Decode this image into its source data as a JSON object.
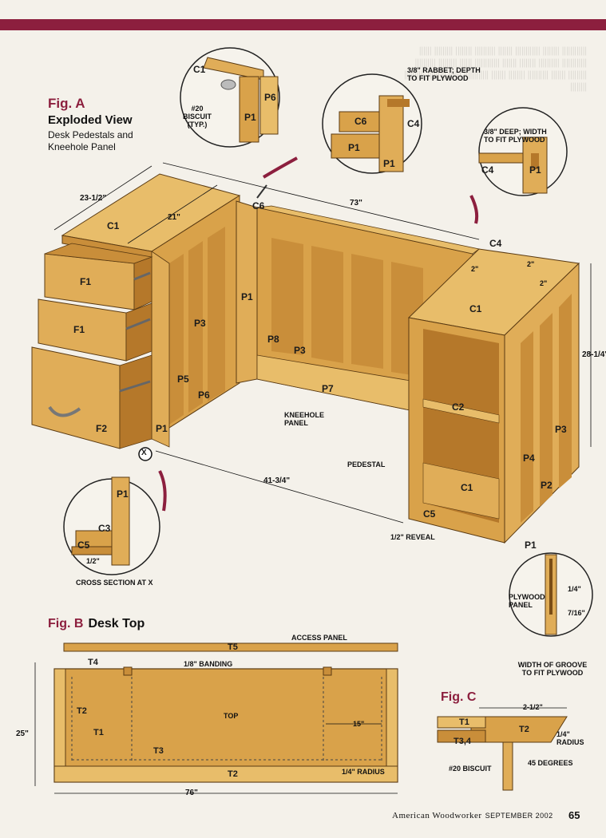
{
  "header": {
    "bar_color": "#8c1f3e"
  },
  "figure_a": {
    "label": "Fig. A",
    "title": "Exploded View",
    "subtitle": "Desk Pedestals and Kneehole Panel",
    "callouts": {
      "biscuit": "#20 BISCUIT (TYP.)",
      "rabbet": "3/8\" RABBET; DEPTH TO FIT PLYWOOD",
      "deep": "3/8\" DEEP; WIDTH TO FIT PLYWOOD",
      "kneehole": "KNEEHOLE PANEL",
      "pedestal": "PEDESTAL",
      "reveal": "1/2\" REVEAL",
      "cross_section": "CROSS SECTION AT X",
      "plywood_panel": "PLYWOOD PANEL",
      "groove_width": "WIDTH OF GROOVE TO FIT PLYWOOD",
      "half": "1/2\"",
      "quarter": "1/4\"",
      "seven_sixteenths": "7/16\""
    },
    "dimensions": {
      "d23": "23-1/2\"",
      "d21": "21\"",
      "d73": "73\"",
      "d2a": "2\"",
      "d2b": "2\"",
      "d2c": "2\"",
      "d28": "28-1/4\"",
      "d41": "41-3/4\""
    },
    "parts": {
      "c1_top": "C1",
      "f1_a": "F1",
      "f1_b": "F1",
      "f2": "F2",
      "p1_left": "P1",
      "p3_left": "P3",
      "p5": "P5",
      "p6": "P6",
      "p1_mid": "P1",
      "c6": "C6",
      "p8": "P8",
      "p3_mid": "P3",
      "p7": "P7",
      "c4": "C4",
      "c1_right": "C1",
      "c2": "C2",
      "c1_bottom": "C1",
      "c5": "C5",
      "p4": "P4",
      "p2": "P2",
      "p3_right": "P3",
      "p1_right": "P1",
      "x_mark": "X",
      "circ1_c1": "C1",
      "circ1_p1": "P1",
      "circ1_p6": "P6",
      "circ2_c6": "C6",
      "circ2_c4": "C4",
      "circ2_p1a": "P1",
      "circ2_p1b": "P1",
      "circ3_c4": "C4",
      "circ3_p1": "P1",
      "circ4_p1": "P1",
      "circ4_c3": "C3",
      "circ4_c5": "C5"
    }
  },
  "figure_b": {
    "label": "Fig. B",
    "title": "Desk Top",
    "callouts": {
      "access_panel": "ACCESS PANEL",
      "banding": "1/8\" BANDING",
      "top": "TOP",
      "radius": "1/4\" RADIUS"
    },
    "parts": {
      "t5": "T5",
      "t4": "T4",
      "t2a": "T2",
      "t1": "T1",
      "t3": "T3",
      "t2b": "T2"
    },
    "dimensions": {
      "d25": "25\"",
      "d15": "15\"",
      "d76": "76\""
    }
  },
  "figure_c": {
    "label": "Fig. C",
    "parts": {
      "t1": "T1",
      "t34": "T3,4",
      "t2": "T2"
    },
    "callouts": {
      "dim": "2-1/2\"",
      "radius": "1/4\" RADIUS",
      "degrees": "45 DEGREES",
      "biscuit": "#20 BISCUIT"
    }
  },
  "footer": {
    "magazine": "American Woodworker",
    "date": "SEPTEMBER 2002",
    "page": "65"
  },
  "colors": {
    "wood": "#d9a24a",
    "wood_dark": "#b5782a",
    "wood_light": "#e8bd6a",
    "accent": "#8c1f3e"
  }
}
